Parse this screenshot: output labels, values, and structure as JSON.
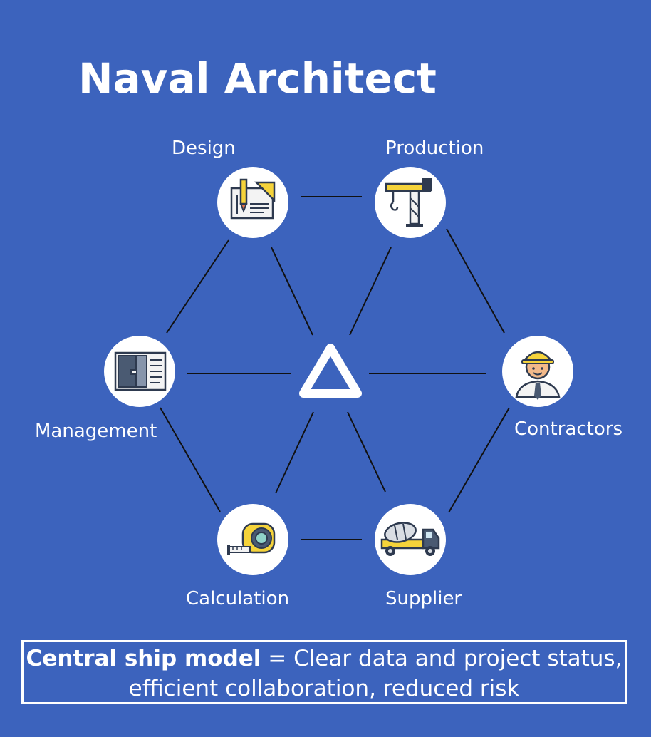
{
  "title": "Naval Architect",
  "nodes": {
    "design": "Design",
    "production": "Production",
    "management": "Management",
    "contractors": "Contractors",
    "calculation": "Calculation",
    "supplier": "Supplier"
  },
  "icons": {
    "design": "blueprint-pencil-icon",
    "production": "crane-icon",
    "management": "plan-layout-icon",
    "contractors": "worker-hardhat-icon",
    "calculation": "tape-measure-icon",
    "supplier": "cement-truck-icon",
    "center": "central-triangle-logo"
  },
  "footer": {
    "bold": "Central ship model",
    "rest": " = Clear data and project status,",
    "line2": "efficient collaboration, reduced risk"
  },
  "colors": {
    "background": "#3c63bd",
    "node_fill": "#ffffff",
    "icon_yellow": "#f5d33a",
    "icon_dark": "#2e3a4f"
  }
}
